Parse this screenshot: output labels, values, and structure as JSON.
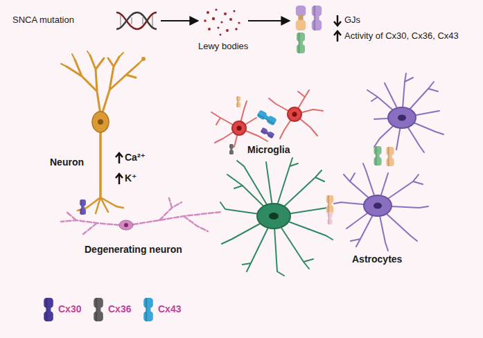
{
  "diagram": {
    "labels": [
      "SNCA mutation",
      "Lewy bodies",
      "GJs",
      "Activity of Cx30, Cx36, Cx43",
      "Neuron",
      "Ca²⁺",
      "K⁺",
      "Microglia",
      "Degenerating neuron",
      "Astrocytes"
    ],
    "legend": [
      {
        "text": "Cx30"
      },
      {
        "text": "Cx36"
      },
      {
        "text": "Cx43"
      }
    ]
  }
}
